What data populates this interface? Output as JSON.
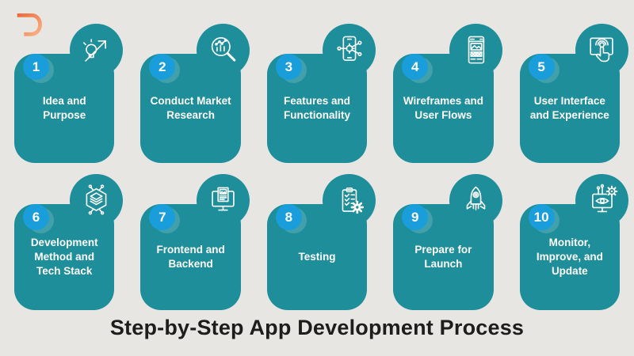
{
  "title": "Step-by-Step App Development Process",
  "logo": {
    "name": "TD monogram logo",
    "gradient_start": "#ed6a3d",
    "gradient_end": "#f9b285"
  },
  "colors": {
    "background": "#e7e6e3",
    "card_teal": "#1d8e9a",
    "badge_blue": "#1a9edb",
    "card_text": "#ffffff",
    "title_text": "#1e1d1b"
  },
  "steps": [
    {
      "number": "1",
      "label": "Idea and\nPurpose",
      "icon": "lightbulb-growth-arrow-icon"
    },
    {
      "number": "2",
      "label": "Conduct Market\nResearch",
      "icon": "market-research-magnifier-icon"
    },
    {
      "number": "3",
      "label": "Features and\nFunctionality",
      "icon": "phone-gear-network-icon"
    },
    {
      "number": "4",
      "label": "Wireframes and\nUser Flows",
      "icon": "wireframe-layout-icon"
    },
    {
      "number": "5",
      "label": "User Interface\nand Experience",
      "icon": "touch-screen-icon"
    },
    {
      "number": "6",
      "label": "Development\nMethod and\nTech Stack",
      "icon": "tech-stack-hexagon-icon"
    },
    {
      "number": "7",
      "label": "Frontend and\nBackend",
      "icon": "monitor-webpage-icon"
    },
    {
      "number": "8",
      "label": "Testing",
      "icon": "checklist-gear-icon"
    },
    {
      "number": "9",
      "label": "Prepare for\nLaunch",
      "icon": "rocket-launch-icon"
    },
    {
      "number": "10",
      "label": "Monitor,\nImprove, and\nUpdate",
      "icon": "monitor-analytics-gear-icon"
    }
  ]
}
